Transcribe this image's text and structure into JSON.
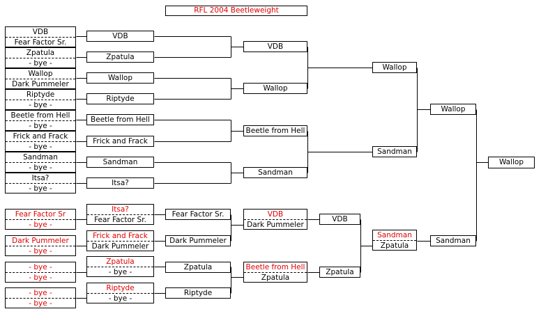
{
  "title": "RFL 2004 Beetleweight",
  "winners": {
    "r1": [
      [
        "VDB",
        "Fear Factor Sr."
      ],
      [
        "Zpatula",
        "- bye -"
      ],
      [
        "Wallop",
        "Dark Pummeler"
      ],
      [
        "Riptyde",
        "- bye -"
      ],
      [
        "Beetle from Hell",
        "- bye -"
      ],
      [
        "Frick and Frack",
        "- bye -"
      ],
      [
        "Sandman",
        "- bye -"
      ],
      [
        "Itsa?",
        "- bye -"
      ]
    ],
    "r2": [
      "VDB",
      "Zpatula",
      "Wallop",
      "Riptyde",
      "Beetle from Hell",
      "Frick and Frack",
      "Sandman",
      "Itsa?"
    ],
    "r3": [
      "VDB",
      "Wallop",
      "Beetle from Hell",
      "Sandman"
    ],
    "r4": [
      "Wallop",
      "Sandman"
    ],
    "r5": [
      "Wallop"
    ]
  },
  "losers": {
    "r1": [
      [
        "Fear Factor Sr",
        "- bye -"
      ],
      [
        "Dark Pummeler",
        "- bye -"
      ],
      [
        "- bye -",
        "- bye -"
      ],
      [
        "- bye -",
        "- bye -"
      ]
    ],
    "r2": [
      [
        "Itsa?",
        "Fear Factor Sr."
      ],
      [
        "Frick and Frack",
        "Dark Pummeler"
      ],
      [
        "Zpatula",
        "- bye -"
      ],
      [
        "Riptyde",
        "- bye -"
      ]
    ],
    "r3": [
      "Fear Factor Sr.",
      "Dark Pummeler",
      "Zpatula",
      "Riptyde"
    ],
    "r4": [
      [
        "VDB",
        "Dark Pummeler"
      ],
      [
        "Beetle from Hell",
        "Zpatula"
      ]
    ],
    "r5": [
      "VDB",
      "Zpatula"
    ],
    "r6": [
      [
        "Sandman",
        "Zpatula"
      ]
    ],
    "r7": [
      "Sandman"
    ]
  },
  "final": "Wallop",
  "colors": {
    "red_text": "#e00000",
    "line": "#000000"
  }
}
